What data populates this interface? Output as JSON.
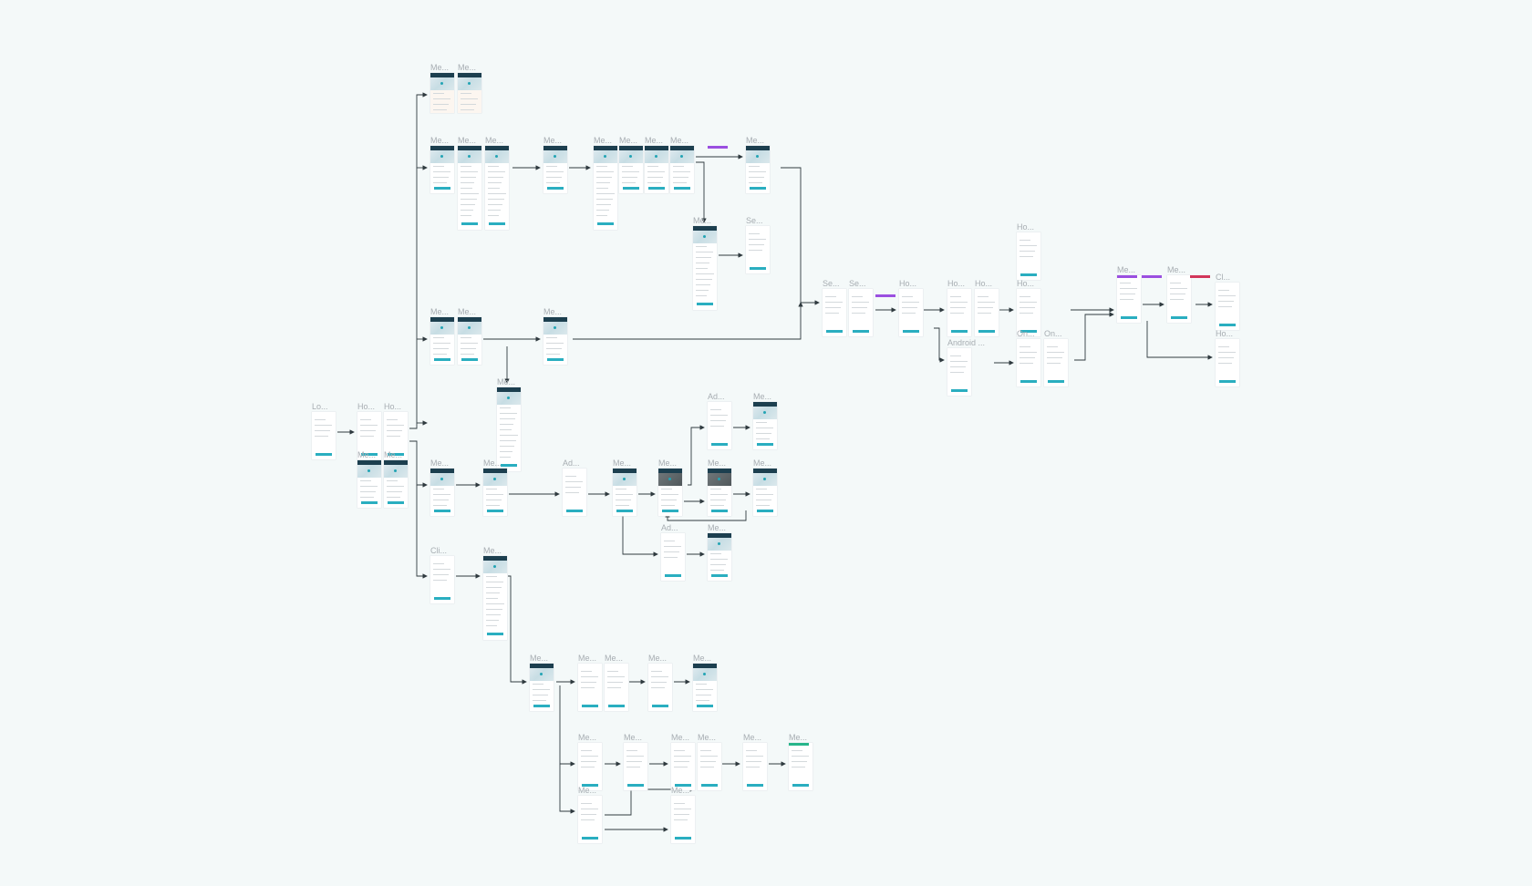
{
  "diagram": {
    "frame_titles": {
      "lo": "Lo...",
      "ho": "Ho...",
      "me": "Me...",
      "se": "Se...",
      "ad": "Ad...",
      "cli": "Cli...",
      "on": "On...",
      "android": "Android ...",
      "cl": "Cl..."
    },
    "colors": {
      "background": "#f4f9f9",
      "connector": "#2f3a3f",
      "frame_header": "#1c3f4f",
      "accent_teal": "#2aaec0",
      "tag_purple": "#9b4fe0",
      "tag_red": "#d2365a",
      "tag_green": "#27b58a"
    }
  }
}
